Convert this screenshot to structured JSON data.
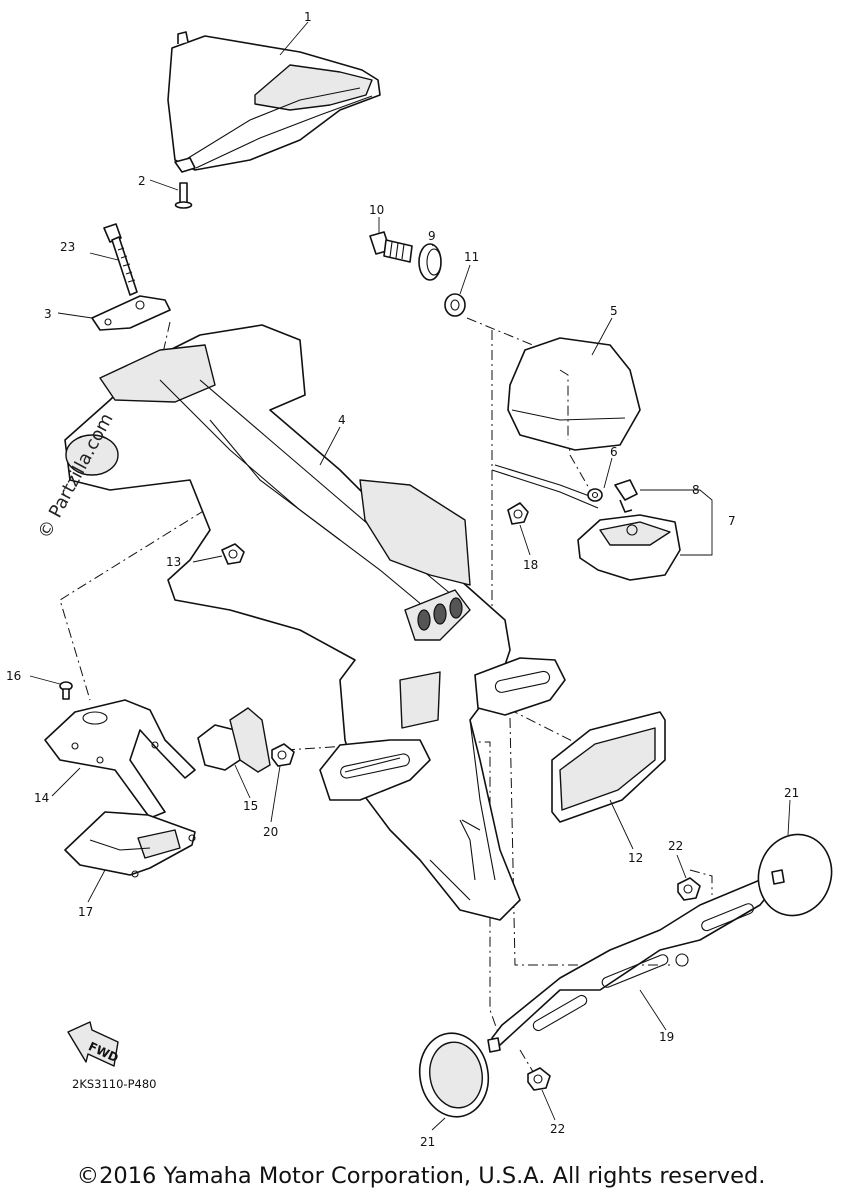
{
  "diagram": {
    "catalog_code": "2KS3110-P480",
    "watermark": "© Partzilla.com",
    "arrow_label": "FWD",
    "copyright": "©2016 Yamaha Motor Corporation, U.S.A. All rights reserved.",
    "callouts": [
      {
        "id": "1",
        "label": "1"
      },
      {
        "id": "2",
        "label": "2"
      },
      {
        "id": "3",
        "label": "3"
      },
      {
        "id": "4",
        "label": "4"
      },
      {
        "id": "5",
        "label": "5"
      },
      {
        "id": "6",
        "label": "6"
      },
      {
        "id": "7",
        "label": "7"
      },
      {
        "id": "8",
        "label": "8"
      },
      {
        "id": "9",
        "label": "9"
      },
      {
        "id": "10",
        "label": "10"
      },
      {
        "id": "11",
        "label": "11"
      },
      {
        "id": "12",
        "label": "12"
      },
      {
        "id": "13",
        "label": "13"
      },
      {
        "id": "14",
        "label": "14"
      },
      {
        "id": "15",
        "label": "15"
      },
      {
        "id": "16",
        "label": "16"
      },
      {
        "id": "17",
        "label": "17"
      },
      {
        "id": "18",
        "label": "18"
      },
      {
        "id": "19",
        "label": "19"
      },
      {
        "id": "20",
        "label": "20"
      },
      {
        "id": "21a",
        "label": "21"
      },
      {
        "id": "21b",
        "label": "21"
      },
      {
        "id": "22a",
        "label": "22"
      },
      {
        "id": "22b",
        "label": "22"
      },
      {
        "id": "23",
        "label": "23"
      }
    ]
  }
}
